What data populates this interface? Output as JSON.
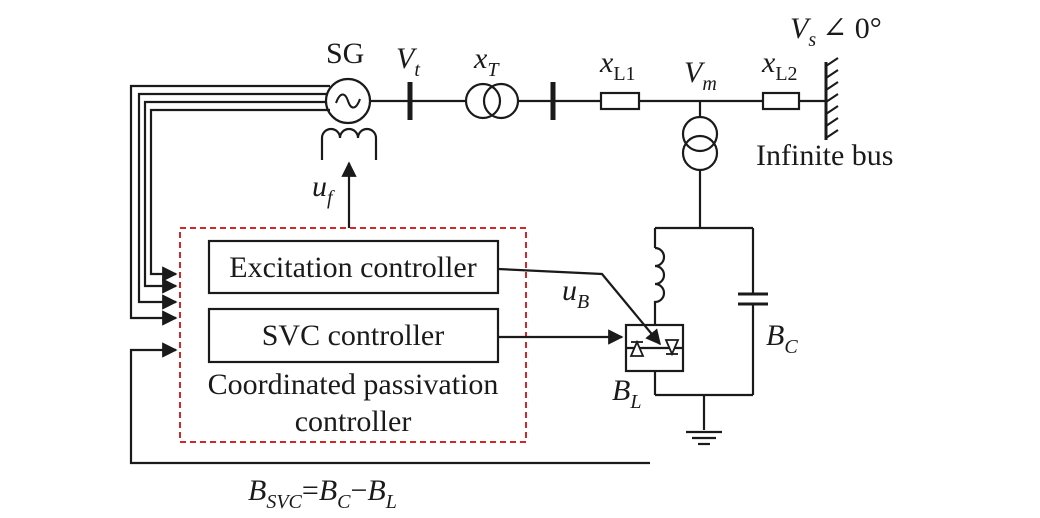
{
  "labels": {
    "sg": "SG",
    "vt_main": "V",
    "vt_sub": "t",
    "xt_main": "x",
    "xt_sub": "T",
    "xl1_main": "x",
    "xl1_sub": "L1",
    "vm_main": "V",
    "vm_sub": "m",
    "xl2_main": "x",
    "xl2_sub": "L2",
    "vs_main": "V",
    "vs_sub": "s",
    "vs_angle": "∠ 0°",
    "infinite_bus": "Infinite bus",
    "uf_main": "u",
    "uf_sub": "f",
    "ub_main": "u",
    "ub_sub": "B",
    "bc_main": "B",
    "bc_sub": "C",
    "bl_main": "B",
    "bl_sub": "L",
    "excitation_controller": "Excitation controller",
    "svc_controller": "SVC controller",
    "coordinated_line1": "Coordinated passivation",
    "coordinated_line2": "controller",
    "bsvc_main": "B",
    "bsvc_sub": "SVC",
    "bsvc_eq": "=",
    "bsvc_bc_main": "B",
    "bsvc_bc_sub": "C",
    "bsvc_minus": "−",
    "bsvc_bl_main": "B",
    "bsvc_bl_sub": "L"
  },
  "colors": {
    "line": "#1a1a1a",
    "dashed_box": "#d62728"
  }
}
